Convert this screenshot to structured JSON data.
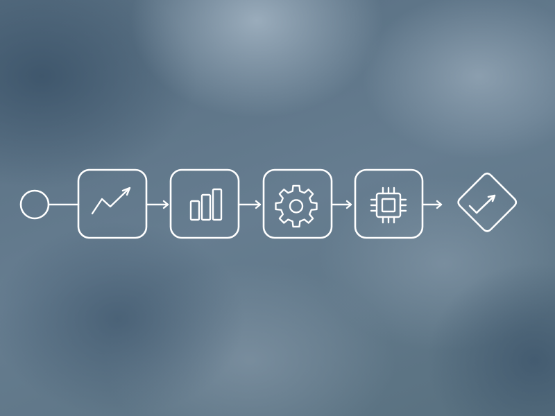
{
  "flow": {
    "nodes": [
      {
        "id": "start",
        "icon": "start-circle"
      },
      {
        "id": "step-1",
        "icon": "trend-line-icon"
      },
      {
        "id": "step-2",
        "icon": "bar-chart-icon"
      },
      {
        "id": "step-3",
        "icon": "gear-icon"
      },
      {
        "id": "step-4",
        "icon": "cpu-chip-icon"
      },
      {
        "id": "end",
        "icon": "checkmark-icon"
      }
    ],
    "stroke_color": "#ffffff"
  }
}
